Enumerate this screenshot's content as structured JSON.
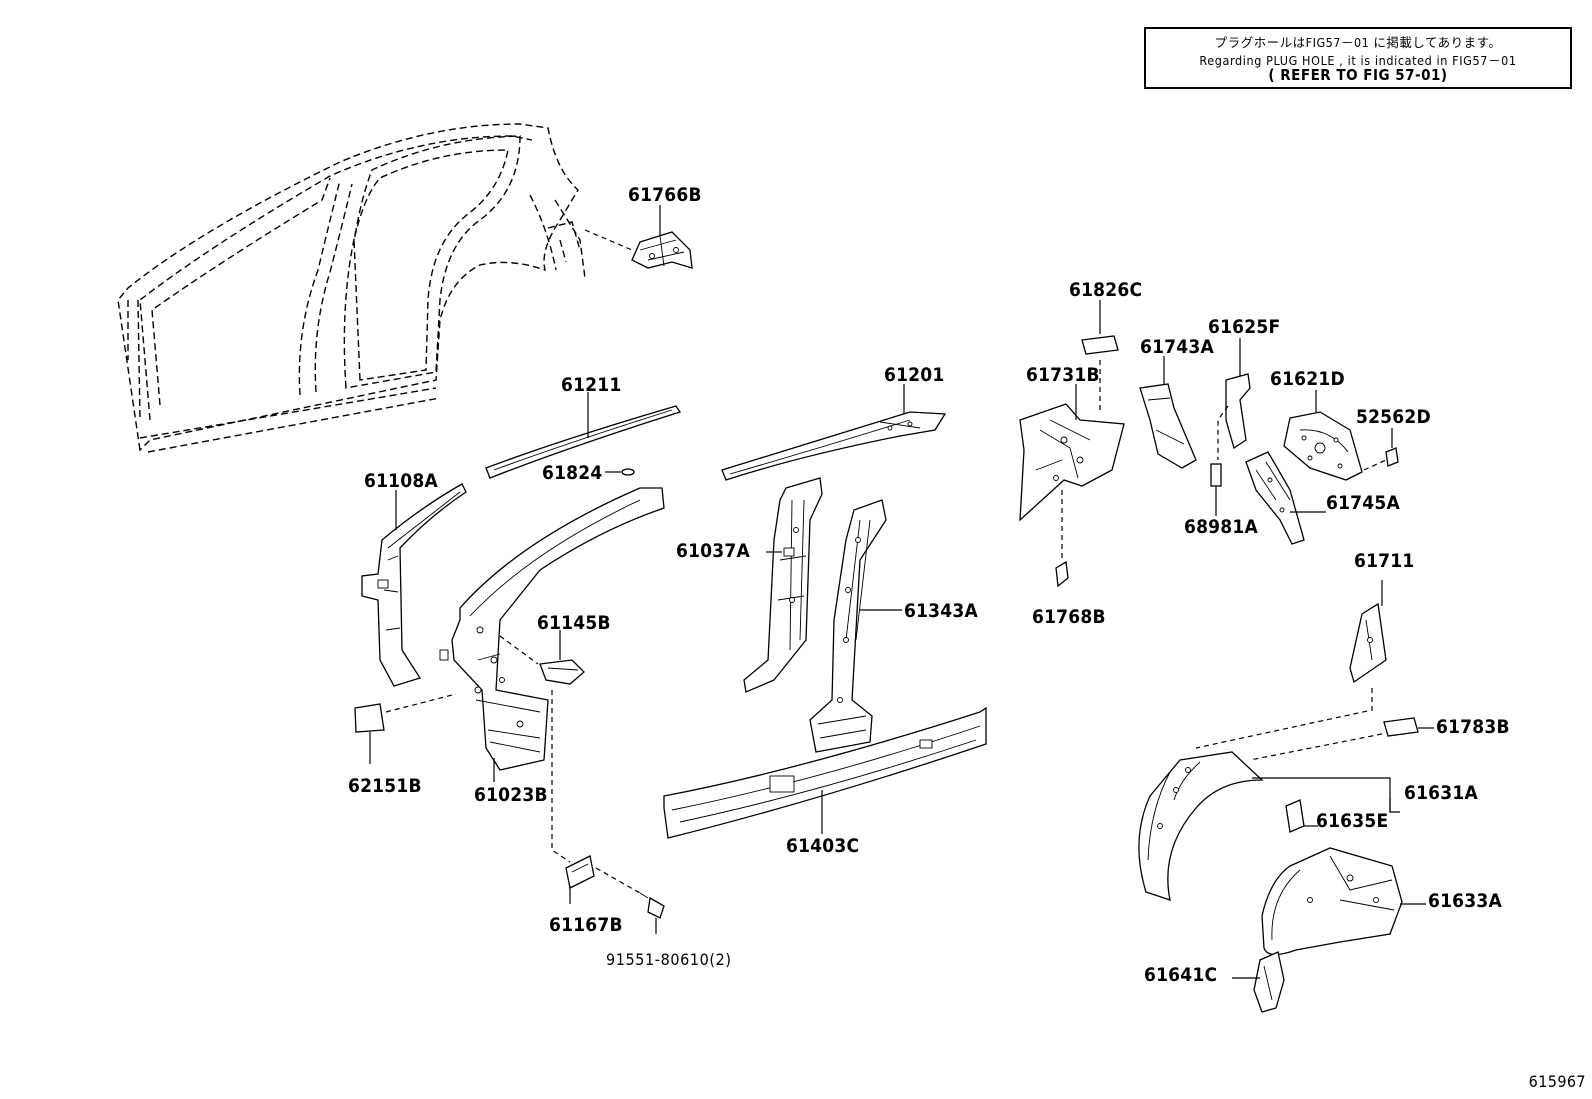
{
  "note": {
    "japanese": "プラグホールはFIG57－01 に掲載してあります。",
    "english": "Regarding PLUG HOLE , it is indicated in FIG57－01",
    "reference": "( REFER TO FIG 57-01)"
  },
  "parts": {
    "p61766B": "61766B",
    "p61826C": "61826C",
    "p61743A": "61743A",
    "p61625F": "61625F",
    "p61731B": "61731B",
    "p61621D": "61621D",
    "p52562D": "52562D",
    "p61211": "61211",
    "p61201": "61201",
    "p61824": "61824",
    "p61108A": "61108A",
    "p61037A": "61037A",
    "p61343A": "61343A",
    "p61145B": "61145B",
    "p61745A": "61745A",
    "p68981A": "68981A",
    "p61768B": "61768B",
    "p61711": "61711",
    "p62151B": "62151B",
    "p61023B": "61023B",
    "p61403C": "61403C",
    "p61783B": "61783B",
    "p61631A": "61631A",
    "p61635E": "61635E",
    "p61633A": "61633A",
    "p61167B": "61167B",
    "p91551": "91551-80610(2)",
    "p61641C": "61641C"
  },
  "figure_id": "615967"
}
